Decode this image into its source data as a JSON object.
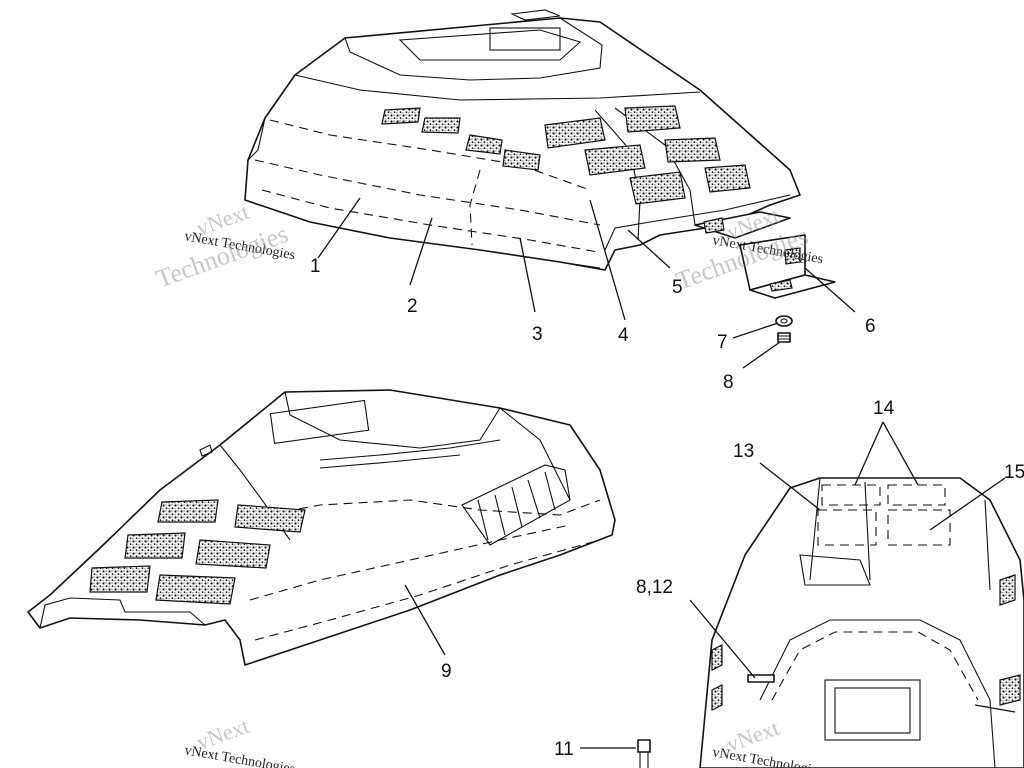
{
  "watermark": {
    "brand": "vNext",
    "company": "vNext Technologies",
    "word": "Technologies"
  },
  "callouts": [
    {
      "id": "c1",
      "label": "1"
    },
    {
      "id": "c2",
      "label": "2"
    },
    {
      "id": "c3",
      "label": "3"
    },
    {
      "id": "c4",
      "label": "4"
    },
    {
      "id": "c5",
      "label": "5"
    },
    {
      "id": "c6",
      "label": "6"
    },
    {
      "id": "c7",
      "label": "7"
    },
    {
      "id": "c8",
      "label": "8"
    },
    {
      "id": "c9",
      "label": "9"
    },
    {
      "id": "c11",
      "label": "11"
    },
    {
      "id": "c13",
      "label": "13"
    },
    {
      "id": "c14",
      "label": "14"
    },
    {
      "id": "c15",
      "label": "15"
    },
    {
      "id": "c812",
      "label": "8,12"
    }
  ]
}
